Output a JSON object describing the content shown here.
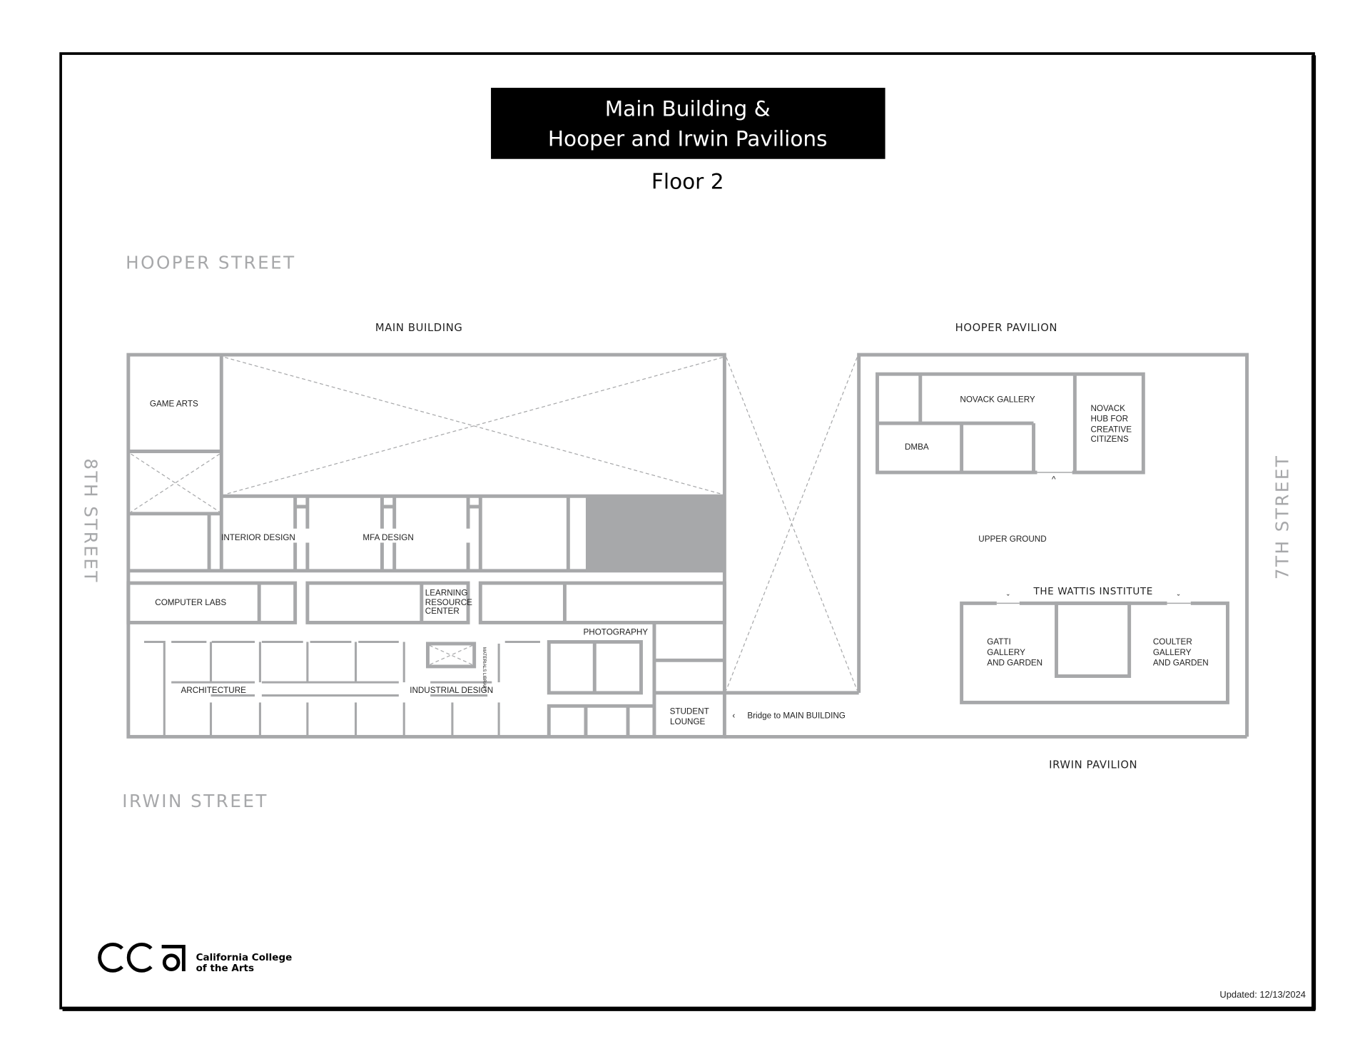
{
  "title": {
    "line1": "Main Building &",
    "line2": "Hooper and Irwin Pavilions",
    "floor": "Floor 2"
  },
  "streets": {
    "north": "HOOPER STREET",
    "south": "IRWIN STREET",
    "west": "8TH STREET",
    "east": "7TH STREET"
  },
  "buildings": {
    "main": "MAIN BUILDING",
    "hooper": "HOOPER PAVILION",
    "irwin": "IRWIN PAVILION"
  },
  "rooms": {
    "game_arts": "GAME ARTS",
    "interior_design": "INTERIOR DESIGN",
    "mfa_design": "MFA DESIGN",
    "computer_labs": "COMPUTER LABS",
    "lrc": [
      "LEARNING",
      "RESOURCE",
      "CENTER"
    ],
    "photography": "PHOTOGRAPHY",
    "architecture": "ARCHITECTURE",
    "industrial_design": "INDUSTRIAL DESIGN",
    "materials_library": "MATERIALS LIBRARY",
    "student_lounge": [
      "STUDENT",
      "LOUNGE"
    ],
    "bridge": "Bridge to MAIN BUILDING",
    "novack_gallery": "NOVACK GALLERY",
    "novack_hub": [
      "NOVACK",
      "HUB FOR",
      "CREATIVE",
      "CITIZENS"
    ],
    "dmba": "DMBA",
    "upper_ground": "UPPER GROUND",
    "wattis": "THE WATTIS INSTITUTE",
    "gatti": [
      "GATTI",
      "GALLERY",
      "AND GARDEN"
    ],
    "coulter": [
      "COULTER",
      "GALLERY",
      "AND GARDEN"
    ]
  },
  "logo": {
    "mark": "CCA",
    "name_line1": "California College",
    "name_line2": "of the Arts"
  },
  "updated": "Updated: 12/13/2024",
  "colors": {
    "wall": "#a7a8aa",
    "title_bg": "#000000"
  }
}
